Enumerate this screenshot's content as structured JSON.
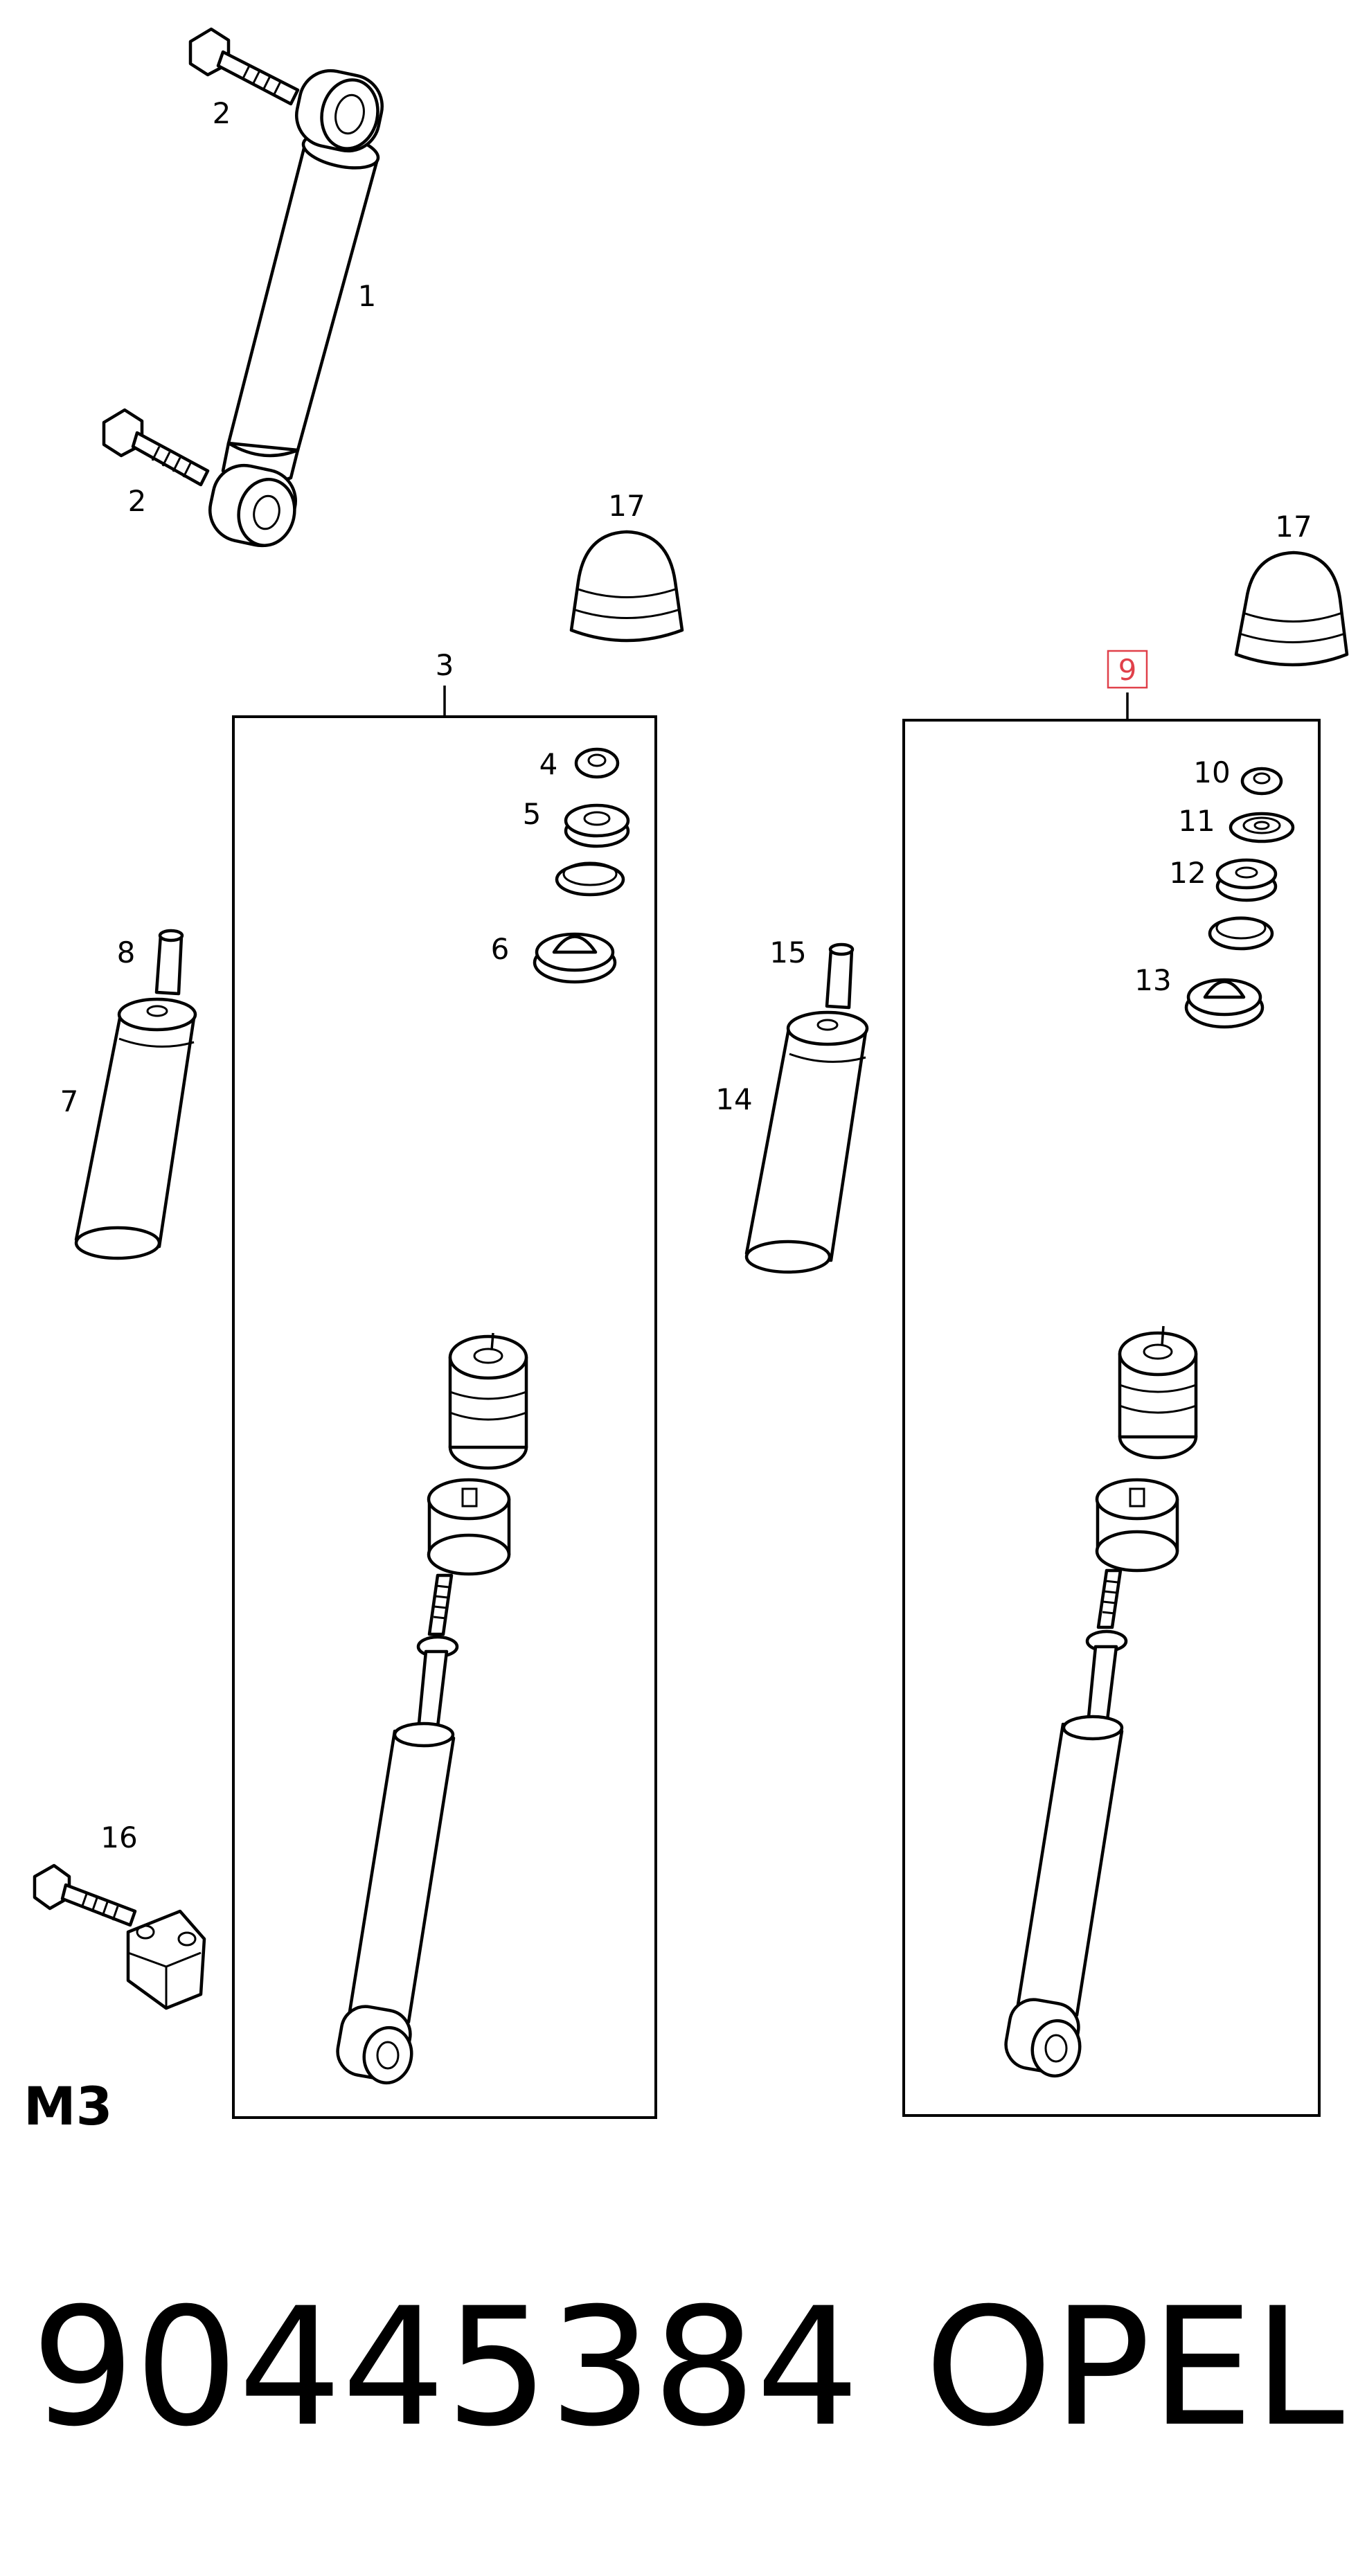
{
  "callouts": {
    "c1": "1",
    "c2a": "2",
    "c2b": "2",
    "c3": "3",
    "c4": "4",
    "c5": "5",
    "c6": "6",
    "c7": "7",
    "c8": "8",
    "c9": "9",
    "c10": "10",
    "c11": "11",
    "c12": "12",
    "c13": "13",
    "c14": "14",
    "c15": "15",
    "c16": "16",
    "c17a": "17",
    "c17b": "17"
  },
  "diagram_code": "M3",
  "part_number": "90445384",
  "brand": "OPEL",
  "colors": {
    "highlight": "#e0404a",
    "ink": "#000000"
  }
}
